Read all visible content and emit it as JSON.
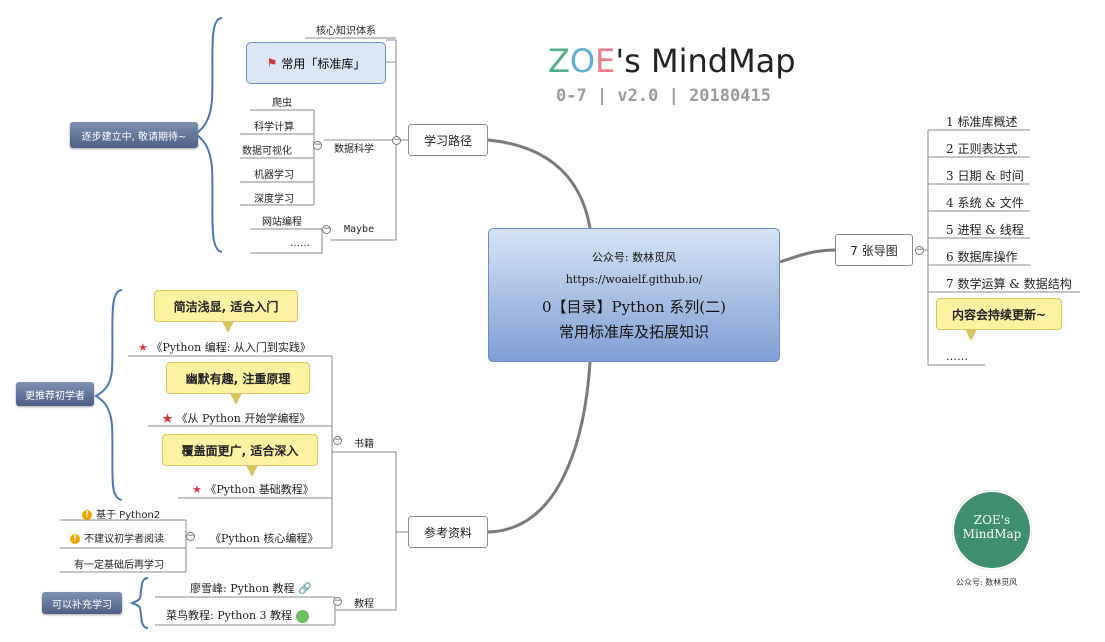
{
  "header": {
    "title_prefix": "ZOE",
    "title_rest": "'s MindMap",
    "subtitle": "0-7 | v2.0 | 20180415"
  },
  "center": {
    "line1": "公众号: 数林觅风",
    "line2": "https://woaielf.github.io/",
    "line3": "0【目录】Python 系列(二)",
    "line4": "常用标准库及拓展知识"
  },
  "learning": {
    "label": "学习路径",
    "core": "核心知识体系",
    "stdlib": "常用「标准库」",
    "datasci_label": "数据科学",
    "datasci_items": [
      "爬虫",
      "科学计算",
      "数据可视化",
      "机器学习",
      "深度学习"
    ],
    "maybe_label": "Maybe",
    "maybe_items": [
      "网站编程",
      "……"
    ],
    "tag": "逐步建立中, 敬请期待~"
  },
  "maps": {
    "label": "7 张导图",
    "items": [
      "1 标准库概述",
      "2 正则表达式",
      "3 日期 & 时间",
      "4 系统 & 文件",
      "5 进程 & 线程",
      "6 数据库操作",
      "7 数学运算 & 数据结构"
    ],
    "callout": "内容会持续更新~",
    "more": "……"
  },
  "references": {
    "label": "参考资料",
    "books_label": "书籍",
    "books": [
      "《Python 编程: 从入门到实践》",
      "《从 Python 开始学编程》",
      "《Python 基础教程》",
      "《Python 核心编程》"
    ],
    "callouts": [
      "简洁浅显, 适合入门",
      "幽默有趣, 注重原理",
      "覆盖面更广, 适合深入"
    ],
    "beginner_tag": "更推荐初学者",
    "core_notes": [
      "基于 Python2",
      "不建议初学者阅读",
      "有一定基础后再学习"
    ],
    "tutorials_label": "教程",
    "tutorials": [
      "廖雪峰: Python 教程",
      "菜鸟教程: Python 3 教程"
    ],
    "supplement_tag": "可以补充学习"
  },
  "stamp": {
    "line1": "ZOE's",
    "line2": "MindMap",
    "caption": "公众号: 数林觅风"
  },
  "colors": {
    "title_z": "#4cae8c",
    "title_o": "#5ab0d6",
    "title_e": "#f07a8a",
    "center_fill_top": "#c9daf3",
    "center_fill_bottom": "#7f9fd4",
    "tag_fill": "#5b6d92",
    "callout_fill": "#fdf3a3",
    "stamp_fill": "#3f8f6e"
  }
}
